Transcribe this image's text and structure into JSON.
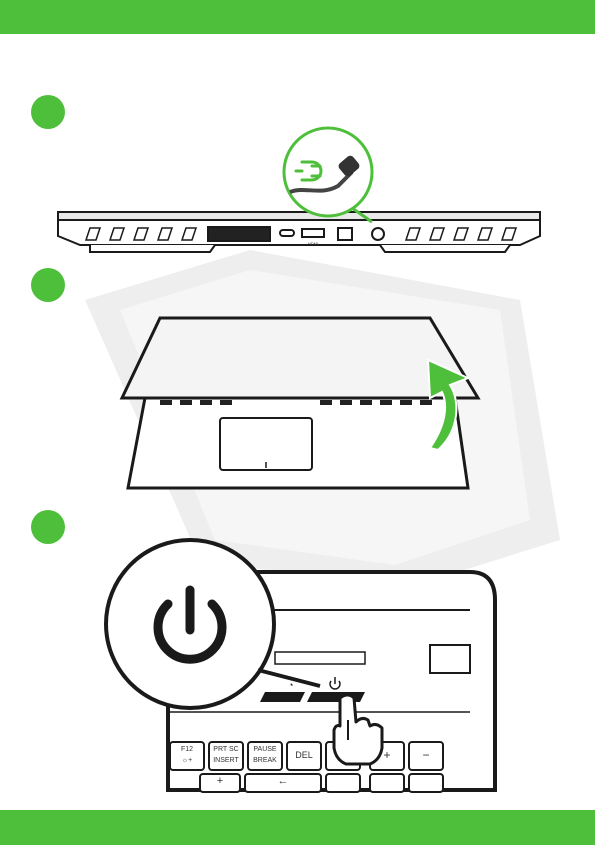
{
  "colors": {
    "accent": "#4dbf3a",
    "line": "#1a1a1a",
    "watermark": "#eeeeee"
  },
  "steps": [
    {
      "number_visible": false,
      "illustration": "connect-ac-adapter"
    },
    {
      "number_visible": false,
      "illustration": "open-lid"
    },
    {
      "number_visible": false,
      "illustration": "press-power-button"
    }
  ],
  "icons": [
    "power-plug-icon",
    "power-icon",
    "performance-icon",
    "hand-pointer-icon",
    "lid-open-arrow-icon"
  ],
  "ports": {
    "hdmi": "HDMI"
  },
  "keyboard": {
    "keys": [
      {
        "top": "F12",
        "bottom": "☼+"
      },
      {
        "top": "PRT SC",
        "bottom": "INSERT"
      },
      {
        "top": "PAUSE",
        "bottom": "BREAK"
      },
      {
        "top": "DEL",
        "bottom": ""
      },
      {
        "top": "+",
        "bottom": ""
      },
      {
        "top": "−",
        "bottom": ""
      }
    ],
    "row2": [
      "+",
      "←"
    ]
  }
}
